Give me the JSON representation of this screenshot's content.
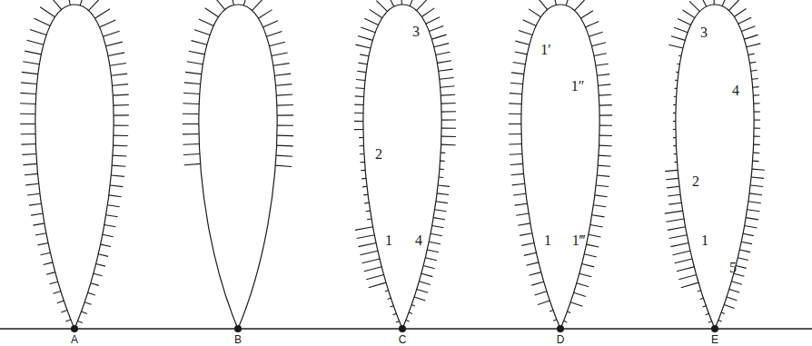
{
  "diagram": {
    "labels": [
      "3",
      "2",
      "1",
      "4",
      "1′",
      "1″",
      "1",
      "1‴",
      "3",
      "4",
      "2",
      "1",
      "5",
      "A",
      "B",
      "C",
      "D",
      "E"
    ]
  }
}
